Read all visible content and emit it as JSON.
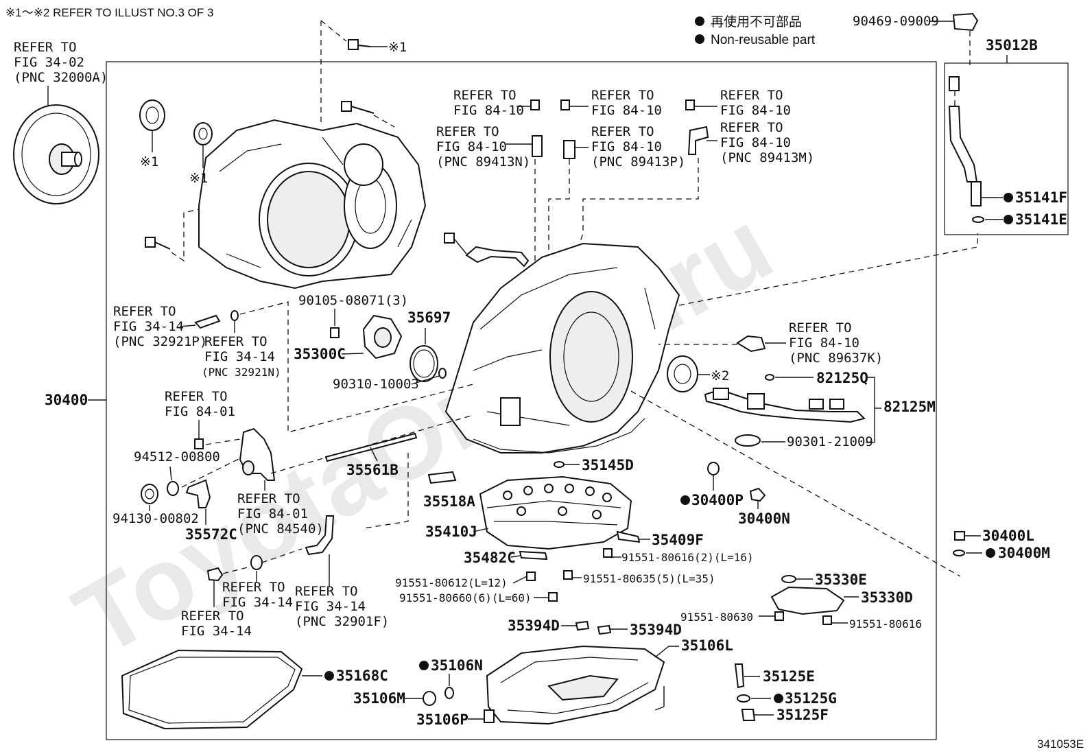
{
  "header_note": "※1～※2 REFER TO ILLUST NO.3 OF 3",
  "legend": {
    "jp": "再使用不可部品",
    "en": "Non-reusable part"
  },
  "figure_id": "341053E",
  "watermark": "ToyotaOnline.ru",
  "labels": {
    "torque_ref": [
      "REFER TO",
      "FIG 34-02",
      "(PNC 32000A)"
    ],
    "mark1_top": "※1",
    "mark1_a": "※1",
    "mark1_b": "※1",
    "mark2": "※2",
    "p90469": "90469-09009",
    "p35012B": "35012B",
    "p35141F": "35141F",
    "p35141E": "35141E",
    "s89413N": [
      "REFER TO",
      "FIG 84-10",
      "REFER TO",
      "FIG 84-10",
      "(PNC 89413N)"
    ],
    "s89413P": [
      "REFER TO",
      "FIG 84-10",
      "REFER TO",
      "FIG 84-10",
      "(PNC 89413P)"
    ],
    "s89413M": [
      "REFER TO",
      "FIG 84-10",
      "REFER TO",
      "FIG 84-10",
      "(PNC 89413M)"
    ],
    "s32921P": [
      "REFER TO",
      "FIG 34-14",
      "(PNC 32921P)"
    ],
    "s32921N": [
      "REFER TO",
      "FIG 34-14",
      "(PNC 32921N)"
    ],
    "p90105": "90105-08071(3)",
    "p35697": "35697",
    "p35300C": "35300C",
    "p90310": "90310-10003",
    "p30400": "30400",
    "s89637K": [
      "REFER TO",
      "FIG 84-10",
      "(PNC 89637K)"
    ],
    "p82125Q": "82125Q",
    "p82125M": "82125M",
    "p90301": "90301-21009",
    "s8401a": [
      "REFER TO",
      "FIG 84-01"
    ],
    "p94512": "94512-00800",
    "p94130": "94130-00802",
    "p35572C": "35572C",
    "s84540": [
      "REFER TO",
      "FIG 84-01",
      "(PNC 84540)"
    ],
    "p35561B": "35561B",
    "p35145D": "35145D",
    "p30400P": "30400P",
    "p30400N": "30400N",
    "p35518A": "35518A",
    "p35410J": "35410J",
    "p35409F": "35409F",
    "p35482C": "35482C",
    "p91551_80616_2": "91551-80616(2)(L=16)",
    "p91551_80612": "91551-80612(L=12)",
    "p91551_80635": "91551-80635(5)(L=35)",
    "p91551_80660": "91551-80660(6)(L=60)",
    "p30400L": "30400L",
    "p30400M": "30400M",
    "p35330E": "35330E",
    "p35330D": "35330D",
    "p91551_80630": "91551-80630",
    "p91551_80616": "91551-80616",
    "s3414a": [
      "REFER TO",
      "FIG 34-14"
    ],
    "s3414b": [
      "REFER TO",
      "FIG 34-14"
    ],
    "s32901F": [
      "REFER TO",
      "FIG 34-14",
      "(PNC 32901F)"
    ],
    "p35394D_a": "35394D",
    "p35394D_b": "35394D",
    "p35106L": "35106L",
    "p35168C": "35168C",
    "p35106N": "35106N",
    "p35106M": "35106M",
    "p35106P": "35106P",
    "p35125E": "35125E",
    "p35125G": "35125G",
    "p35125F": "35125F"
  }
}
